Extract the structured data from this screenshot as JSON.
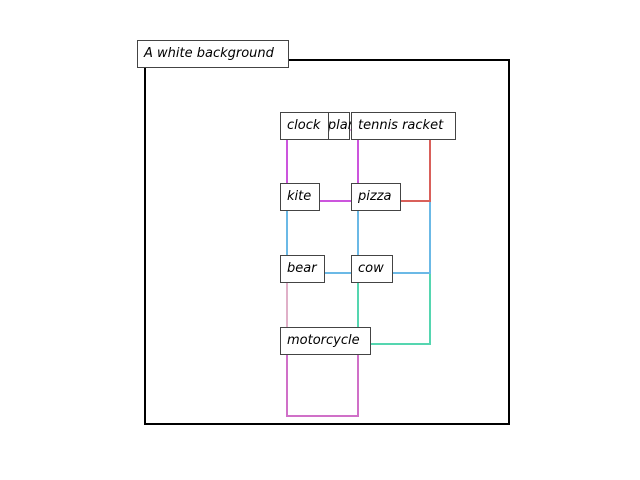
{
  "caption": "A white background",
  "labels": {
    "clock": "clock",
    "airplane": "airplane",
    "tennis_racket": "tennis racket",
    "kite": "kite",
    "pizza": "pizza",
    "bear": "bear",
    "cow": "cow",
    "motorcycle": "motorcycle"
  },
  "colors": {
    "kite_region": "#cc55dd",
    "tennis_racket_region": "#d9605a",
    "pizza_region": "#6bb9e6",
    "cow_region": "#55d6b0",
    "motorcycle_region": "#d070c8",
    "bear_region": "#e0b0c8"
  }
}
